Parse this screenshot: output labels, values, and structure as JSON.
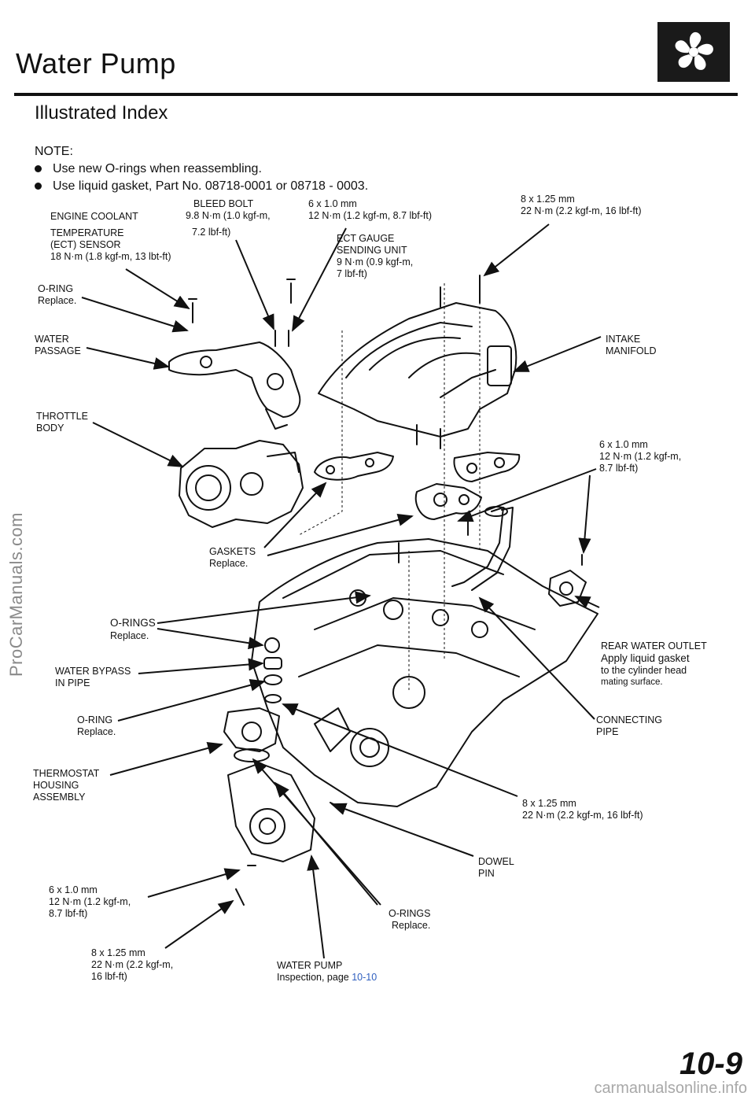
{
  "header": {
    "title": "Water Pump",
    "subtitle": "Illustrated Index"
  },
  "notes": {
    "heading": "NOTE:",
    "items": [
      "Use new O-rings when reassembling.",
      "Use liquid gasket, Part No. 08718-0001 or 08718 - 0003."
    ]
  },
  "labels": {
    "ect_sensor": [
      "ENGINE  COOLANT",
      "TEMPERATURE",
      "(ECT)  SENSOR",
      "18 N·m  (1.8 kgf-m, 13 lbt-ft)"
    ],
    "bleed_bolt": [
      "BLEED BOLT",
      "9.8 N·m (1.0 kgf-m,",
      "7.2 lbf-ft)"
    ],
    "bolt_6x1_top": [
      "6 x 1.0 mm",
      "12 N·m (1.2 kgf-m, 8.7 lbf-ft)"
    ],
    "ect_gauge": [
      "ECT GAUGE",
      "SENDING UNIT",
      "9 N·m  (0.9 kgf-m,",
      "7 lbf-ft)"
    ],
    "bolt_8x125_top": [
      "8 x 1.25 mm",
      "22 N·m (2.2 kgf-m, 16 lbf-ft)"
    ],
    "oring_1": [
      "O-RING",
      "Replace."
    ],
    "water_passage": [
      "WATER",
      "PASSAGE"
    ],
    "intake_manifold": [
      "INTAKE",
      "MANIFOLD"
    ],
    "throttle_body": [
      "THROTTLE",
      "BODY"
    ],
    "bolt_6x1_right": [
      "6 x 1.0 mm",
      "12 N·m (1.2 kgf-m,",
      "8.7 lbf-ft)"
    ],
    "gaskets": [
      "GASKETS",
      "Replace."
    ],
    "orings_2": [
      "O-RINGS",
      "Replace."
    ],
    "rear_water_outlet": [
      "REAR WATER OUTLET",
      "Apply liquid gasket",
      "to the cylinder head",
      "mating  surface."
    ],
    "water_bypass": [
      "WATER BYPASS",
      "IN  PIPE"
    ],
    "oring_3": [
      "O-RING",
      "Replace."
    ],
    "connecting_pipe": [
      "CONNECTING",
      "PIPE"
    ],
    "thermostat": [
      "THERMOSTAT",
      "HOUSING",
      "ASSEMBLY"
    ],
    "bolt_8x125_mid": [
      "8 x  1.25 mm",
      "22 N·m  (2.2 kgf-m, 16 lbf-ft)"
    ],
    "dowel_pin": [
      "DOWEL",
      "PIN"
    ],
    "bolt_6x1_bottom": [
      "6 x  1.0 mm",
      "12 N·m (1.2 kgf-m,",
      "8.7 lbf-ft)"
    ],
    "orings_4": [
      "O-RINGS",
      "Replace."
    ],
    "bolt_8x125_bottom": [
      "8 x  1.25 mm",
      "22 N·m  (2.2 kgf-m,",
      "16 lbf-ft)"
    ],
    "water_pump": {
      "name": "WATER  PUMP",
      "ref_text": "Inspection, page ",
      "ref_link": "10-10"
    }
  },
  "page_number": "10-9",
  "watermark_side": "ProCarManuals.com",
  "watermark_footer": "carmanualsonline.info",
  "colors": {
    "link": "#2f5fbf",
    "text": "#111111"
  }
}
